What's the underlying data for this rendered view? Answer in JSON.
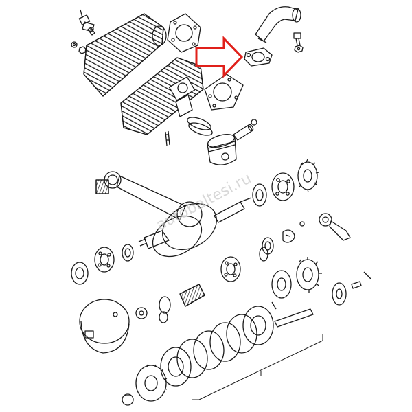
{
  "diagram": {
    "watermark_text": "autobaltesi.ru",
    "line_color": "#1a1a1a",
    "highlight_color": "#e0201a",
    "watermark_color": "#c8c8c8",
    "highlighted_part": "exhaust-gasket",
    "parts": [
      "spark-plug",
      "cylinder-head",
      "head-gasket",
      "cylinder",
      "base-gasket",
      "piston-rings",
      "piston",
      "piston-pin",
      "circlip",
      "stud",
      "exhaust-elbow",
      "exhaust-gasket",
      "nut",
      "bolt",
      "needle-bearing",
      "connecting-rod",
      "crankshaft",
      "bearing",
      "oil-seal",
      "shim",
      "gear",
      "kickstart-lever",
      "clutch-basket",
      "clutch-plates",
      "clutch-hub",
      "primary-gear",
      "snap-ring"
    ]
  }
}
